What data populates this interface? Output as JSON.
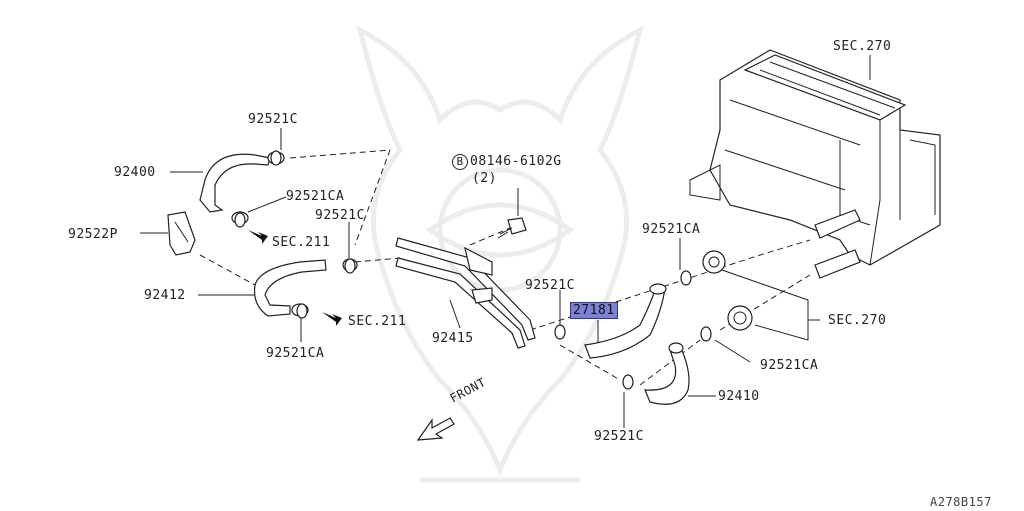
{
  "diagram": {
    "labels": {
      "p92521c_top": "92521C",
      "p92400": "92400",
      "p92521ca_top": "92521CA",
      "bolt_code": "08146-6102G",
      "bolt_circle": "B",
      "bolt_qty": "(2)",
      "p92522p": "92522P",
      "p92521c_mid": "92521C",
      "sec211_upper": "SEC.211",
      "p92412": "92412",
      "sec211_lower": "SEC.211",
      "p92521ca_left": "92521CA",
      "p92415": "92415",
      "p92521c_center": "92521C",
      "p27181": "27181",
      "p92521ca_right_top": "92521CA",
      "sec270_top": "SEC.270",
      "sec270_right": "SEC.270",
      "p92521ca_right": "92521CA",
      "p92410": "92410",
      "p92521c_bottom": "92521C",
      "front": "FRONT",
      "figure_code": "A278B157"
    },
    "highlight_color": "#7b82d6"
  }
}
